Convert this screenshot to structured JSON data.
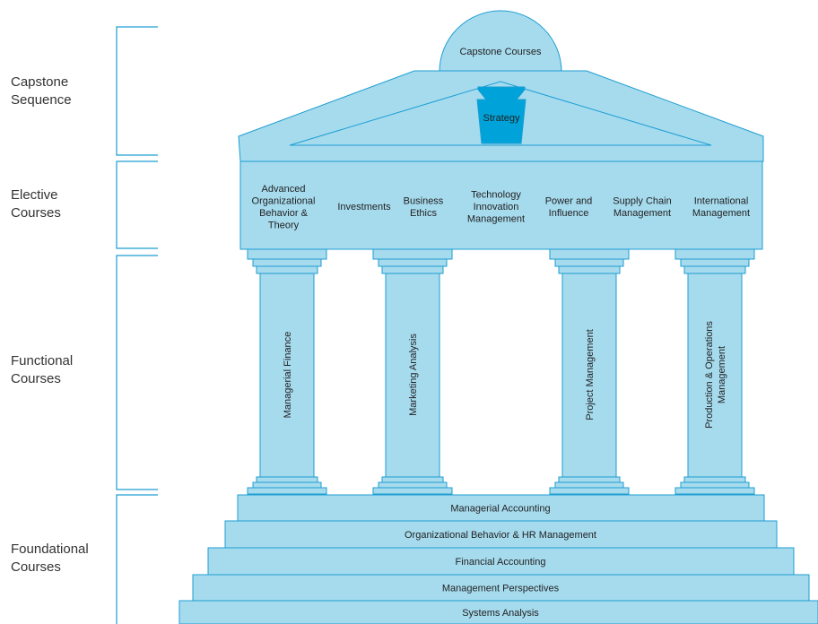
{
  "sections": {
    "capstone": "Capstone\nSequence",
    "elective": "Elective\nCourses",
    "functional": "Functional\nCourses",
    "foundational": "Foundational\nCourses"
  },
  "roof": {
    "dome": "Capstone Courses",
    "keystone": "Strategy"
  },
  "electives": [
    [
      "Advanced",
      "Organizational",
      "Behavior &",
      "Theory"
    ],
    [
      "Investments"
    ],
    [
      "Business",
      "Ethics"
    ],
    [
      "Technology",
      "Innovation",
      "Management"
    ],
    [
      "Power and",
      "Influence"
    ],
    [
      "Supply Chain",
      "Management"
    ],
    [
      "International",
      "Management"
    ]
  ],
  "columns": [
    [
      "Managerial Finance"
    ],
    [
      "Marketing Analysis"
    ],
    [
      "Project Management"
    ],
    [
      "Production & Operations",
      "Management"
    ]
  ],
  "steps": [
    "Managerial Accounting",
    "Organizational Behavior & HR Management",
    "Financial Accounting",
    "Management Perspectives",
    "Systems Analysis"
  ],
  "colors": {
    "fill": "#a6dbee",
    "stroke": "#1d9ed2",
    "keystone": "#00a3d9"
  }
}
